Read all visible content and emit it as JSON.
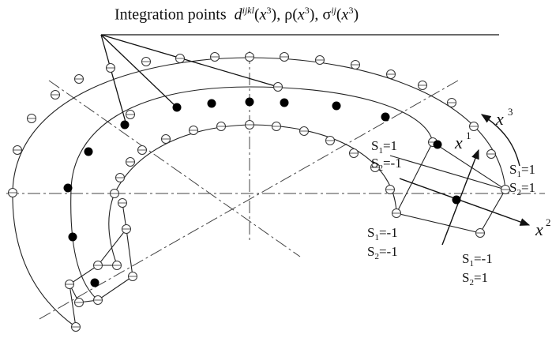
{
  "title": {
    "prefix": "Integration points",
    "d": "d",
    "d_sup": "ijkl",
    "x": "x",
    "x_sup": "3",
    "rho": "ρ",
    "sigma": "σ",
    "sigma_sup": "ij",
    "open": "(",
    "close": ")",
    "sep": ",  "
  },
  "axes": {
    "x1": "x",
    "x1_sup": "1",
    "x2": "x",
    "x2_sup": "2",
    "x3": "x",
    "x3_sup": "3"
  },
  "corner_labels": {
    "c1": {
      "s1": "S",
      "s1_sub": "1",
      "s1_val": "=1",
      "s2": "S",
      "s2_sub": "2",
      "s2_val": "=-1"
    },
    "c2": {
      "s1": "S",
      "s1_sub": "1",
      "s1_val": "=1",
      "s2": "S",
      "s2_sub": "2",
      "s2_val": "=1"
    },
    "c3": {
      "s1": "S",
      "s1_sub": "1",
      "s1_val": "=-1",
      "s2": "S",
      "s2_sub": "2",
      "s2_val": "=-1"
    },
    "c4": {
      "s1": "S",
      "s1_sub": "1",
      "s1_val": "=-1",
      "s2": "S",
      "s2_sub": "2",
      "s2_val": "=1"
    }
  },
  "colors": {
    "line": "#333333",
    "filled_point": "#000000",
    "open_point": "#ffffff"
  }
}
